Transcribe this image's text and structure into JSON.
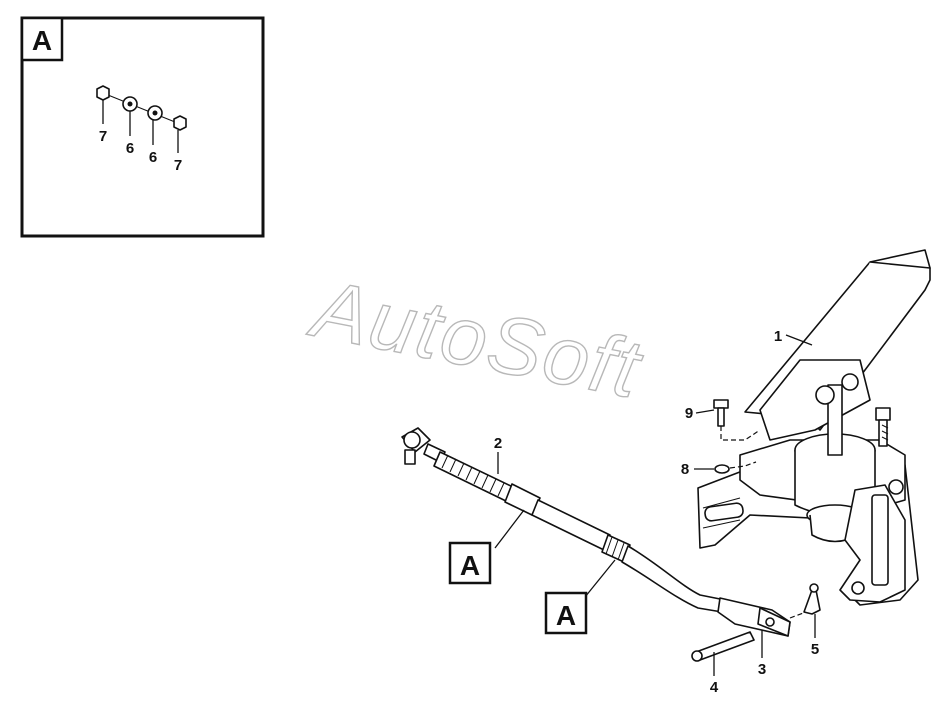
{
  "watermark": "AutoSoft",
  "detail_view": {
    "title": "A",
    "callouts": [
      "7",
      "6",
      "6",
      "7"
    ]
  },
  "section_refs": [
    "A",
    "A"
  ],
  "callouts": {
    "p1": "1",
    "p2": "2",
    "p3": "3",
    "p4": "4",
    "p5": "5",
    "p8": "8",
    "p9": "9"
  }
}
